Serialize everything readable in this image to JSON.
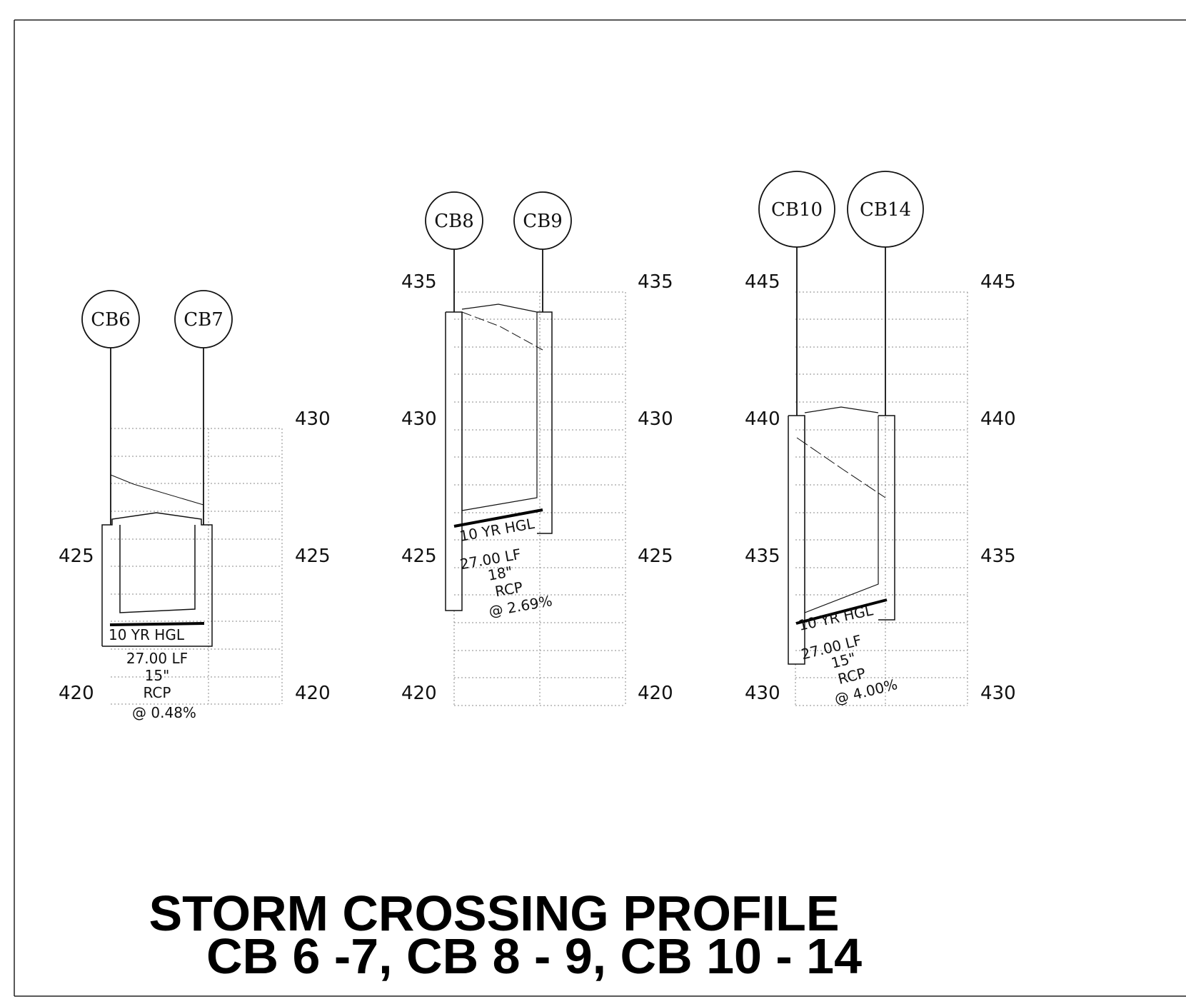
{
  "title": {
    "line1": "STORM CROSSING PROFILE",
    "line2": "CB 6 -7, CB 8 - 9, CB 10 - 14"
  },
  "profiles": [
    {
      "structures": [
        "CB6",
        "CB7"
      ],
      "elev_left": [
        "425",
        "420"
      ],
      "elev_right": [
        "430",
        "425",
        "420"
      ],
      "hgl_label": "10 YR HGL",
      "pipe": {
        "length": "27.00 LF",
        "size": "15\"",
        "material": "RCP",
        "slope": "@ 0.48%"
      }
    },
    {
      "structures": [
        "CB8",
        "CB9"
      ],
      "elev_left": [
        "435",
        "430",
        "425",
        "420"
      ],
      "elev_right": [
        "435",
        "430",
        "425",
        "420"
      ],
      "hgl_label": "10 YR HGL",
      "pipe": {
        "length": "27.00 LF",
        "size": "18\"",
        "material": "RCP",
        "slope": "@ 2.69%"
      }
    },
    {
      "structures": [
        "CB10",
        "CB14"
      ],
      "elev_left": [
        "445",
        "440",
        "435",
        "430"
      ],
      "elev_right": [
        "445",
        "440",
        "435",
        "430"
      ],
      "hgl_label": "10 YR HGL",
      "pipe": {
        "length": "27.00 LF",
        "size": "15\"",
        "material": "RCP",
        "slope": "@ 4.00%"
      }
    }
  ]
}
